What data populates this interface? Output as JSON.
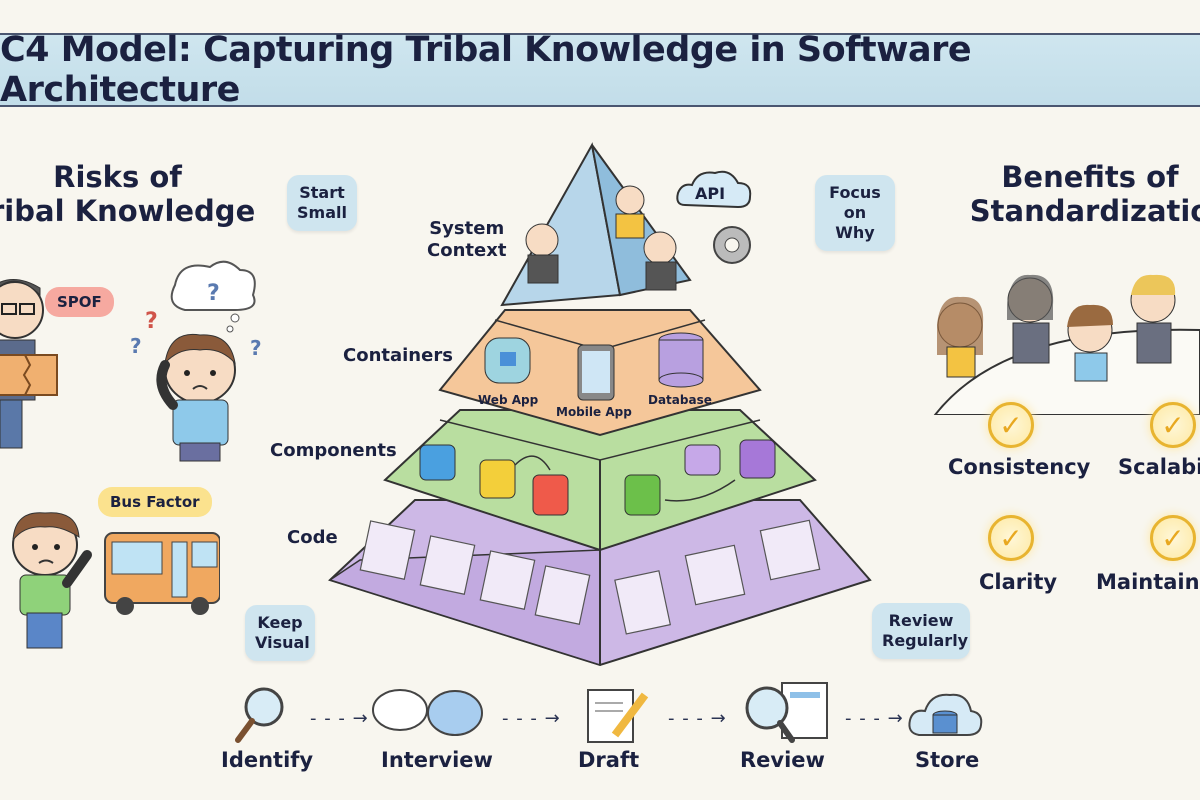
{
  "header": {
    "title": "C4 Model: Capturing Tribal Knowledge in Software Architecture"
  },
  "left_section": {
    "title_line1": "Risks of",
    "title_line2": "ribal Knowledge",
    "spof_label": "SPOF",
    "bus_factor_label": "Bus Factor"
  },
  "tips": {
    "start_small": [
      "Start",
      "Small"
    ],
    "focus_on_why": [
      "Focus",
      "on Why"
    ],
    "keep_visual": [
      "Keep",
      "Visual"
    ],
    "review_regularly": [
      "Review",
      "Regularly"
    ]
  },
  "pyramid": {
    "layers": [
      {
        "label_line1": "System",
        "label_line2": "Context",
        "color": "#a9cde6"
      },
      {
        "label_line1": "Containers",
        "label_line2": "",
        "color": "#f5c79a"
      },
      {
        "label_line1": "Components",
        "label_line2": "",
        "color": "#b9dea0"
      },
      {
        "label_line1": "Code",
        "label_line2": "",
        "color": "#cdb8e6"
      }
    ],
    "api_label": "API",
    "containers": [
      "Web App",
      "Mobile App",
      "Database"
    ]
  },
  "right_section": {
    "title_line1": "Benefits of",
    "title_line2": "Standardizatio",
    "benefits": [
      "Consistency",
      "Scalabil",
      "Clarity",
      "Maintaina"
    ]
  },
  "process": {
    "steps": [
      "Identify",
      "Interview",
      "Draft",
      "Review",
      "Store"
    ],
    "arrow": "- - - →"
  }
}
